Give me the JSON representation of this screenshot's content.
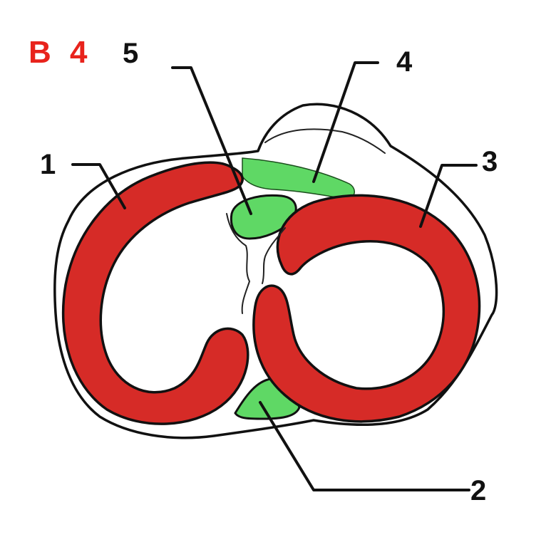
{
  "figure_label": {
    "letter": "B",
    "number": "4"
  },
  "callouts": [
    {
      "id": "1",
      "label": "1"
    },
    {
      "id": "2",
      "label": "2"
    },
    {
      "id": "3",
      "label": "3"
    },
    {
      "id": "4",
      "label": "4"
    },
    {
      "id": "5",
      "label": "5"
    }
  ],
  "colors": {
    "muscle_red": "#d62b27",
    "fat_green": "#5fd865",
    "outline": "#111111",
    "figure_label_red": "#e8231c",
    "background": "#ffffff"
  }
}
